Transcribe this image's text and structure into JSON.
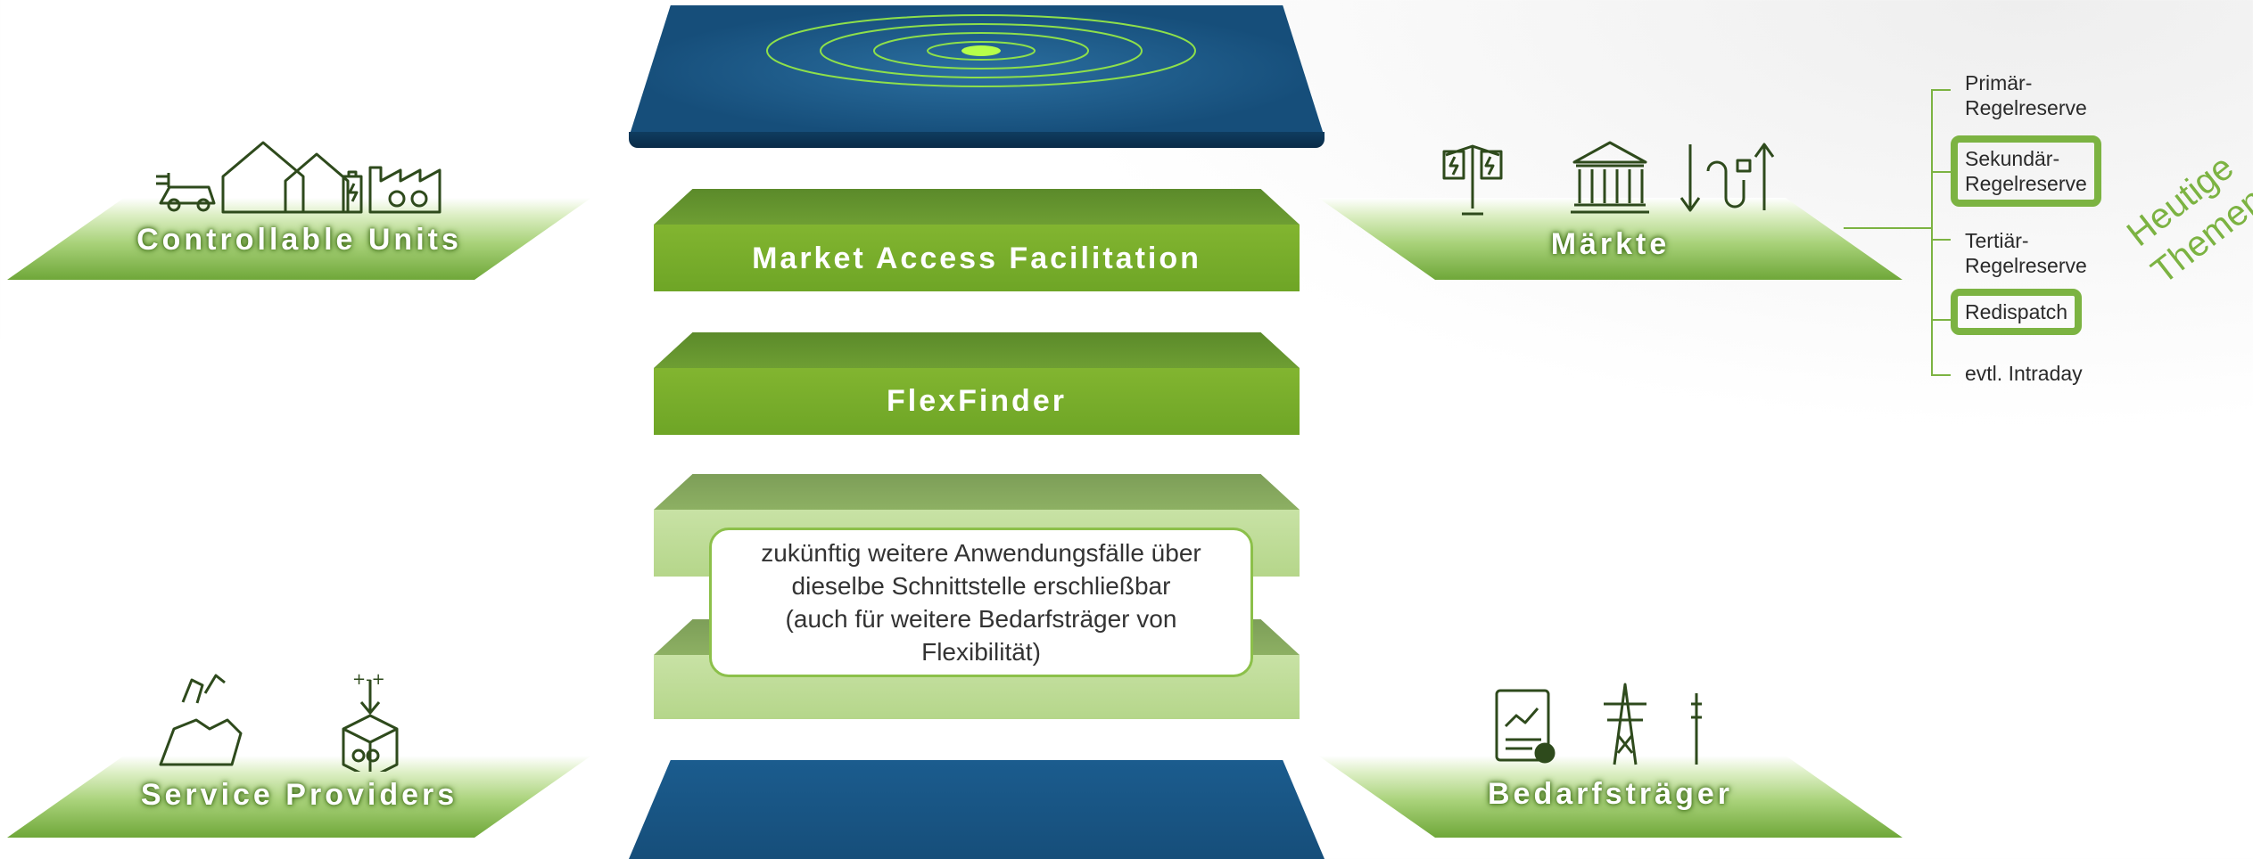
{
  "corners": {
    "top_left": {
      "label": "Controllable Units",
      "icons": [
        "ev-car-icon",
        "house-icon",
        "house-icon",
        "battery-icon",
        "factory-icon"
      ]
    },
    "top_right": {
      "label": "Märkte",
      "icons": [
        "scale-lightning-icon",
        "exchange-building-icon",
        "power-flow-icon"
      ]
    },
    "bottom_left": {
      "label": "Service Providers",
      "icons": [
        "handshake-icon",
        "flex-box-icon"
      ]
    },
    "bottom_right": {
      "label": "Bedarfsträger",
      "icons": [
        "chart-report-icon",
        "power-pylon-icon",
        "pole-icon"
      ]
    }
  },
  "layers": {
    "market_access": "Market Access Facilitation",
    "flexfinder": "FlexFinder",
    "future_note": [
      "zukünftig weitere Anwendungsfälle über",
      "dieselbe Schnittstelle erschließbar",
      "(auch für weitere Bedarfsträger von",
      "Flexibilität)"
    ]
  },
  "markets": {
    "primaer": [
      "Primär-",
      "Regelreserve"
    ],
    "sekundaer": [
      "Sekundär-",
      "Regelreserve"
    ],
    "tertiaer": [
      "Tertiär-",
      "Regelreserve"
    ],
    "redispatch": "Redispatch",
    "intraday": "evtl. Intraday"
  },
  "highlight": [
    "Heutige",
    "Themen"
  ],
  "colors": {
    "green": "#7cb342",
    "dark_green": "#5b8a2a",
    "blue": "#164e7a"
  }
}
